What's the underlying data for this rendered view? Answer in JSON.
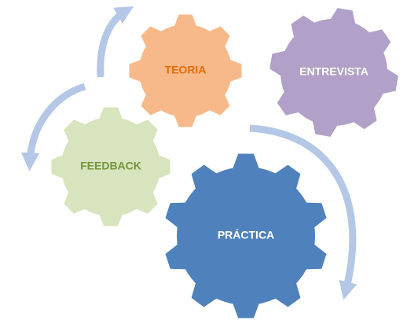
{
  "gears": [
    {
      "key": "teoria",
      "label": "TEORIA",
      "fill": "#F8B98A",
      "text_color": "#E36C0A"
    },
    {
      "key": "entrevista",
      "label": "ENTREVISTA",
      "fill": "#B1A0C7",
      "text_color": "#FFFFFF"
    },
    {
      "key": "feedback",
      "label": "FEEDBACK",
      "fill": "#D7E4BD",
      "text_color": "#77933C"
    },
    {
      "key": "practica",
      "label": "PRÁCTICA",
      "fill": "#4F81BD",
      "text_color": "#FFFFFF"
    }
  ],
  "arrow_color": "#B4C7E7"
}
